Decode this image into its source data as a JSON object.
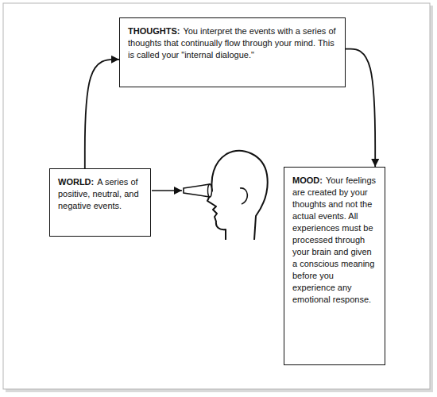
{
  "diagram": {
    "nodes": [
      {
        "text": [
          "THOUGHTS:",
          "You interpret the events with a series of thoughts that continually flow through your mind. This is called your \"internal dialogue.\""
        ]
      },
      {
        "text": [
          "WORLD:",
          "A series of positive, neutral, and negative events."
        ]
      },
      {
        "text": [
          "MOOD:",
          "Your feelings are created by your thoughts and not the actual events. All experiences must be processed through your brain and given a conscious meaning before you experience any emotional response."
        ]
      }
    ],
    "edges": [
      {
        "from": 1,
        "to": 0,
        "arrow": "to"
      },
      {
        "from": 0,
        "to": 2,
        "arrow": "to"
      }
    ]
  }
}
